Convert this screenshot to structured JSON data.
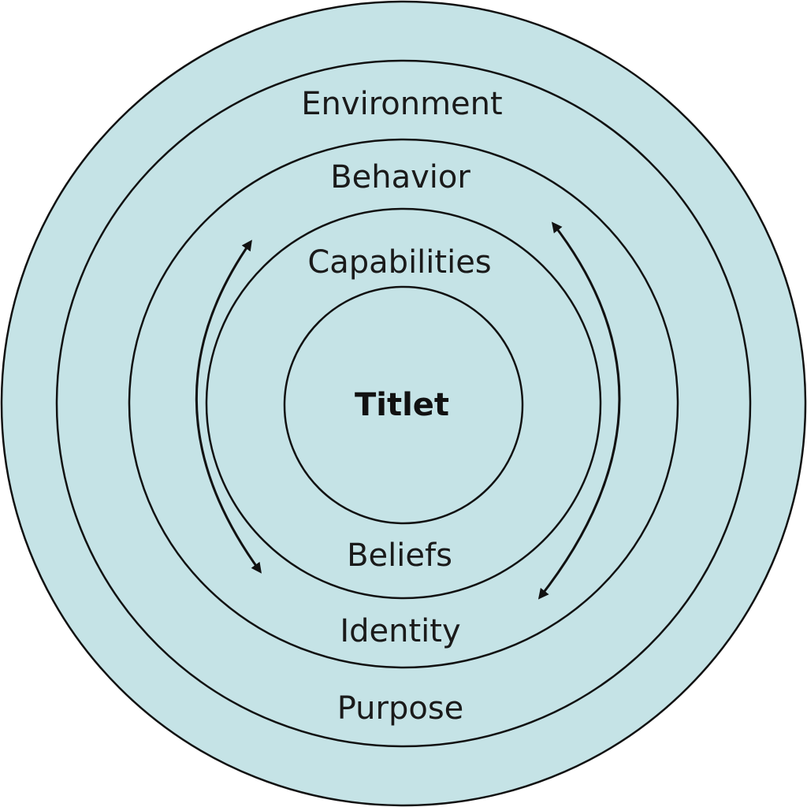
{
  "diagram": {
    "fill_color": "#c5e3e6",
    "stroke_color": "#111111",
    "labels": {
      "environment": "Environment",
      "behavior": "Behavior",
      "capabilities": "Capabilities",
      "center": "Titlet",
      "beliefs": "Beliefs",
      "identity": "Identity",
      "purpose": "Purpose"
    },
    "arrows": [
      {
        "side": "left",
        "direction": "bidirectional"
      },
      {
        "side": "right",
        "direction": "bidirectional"
      }
    ]
  }
}
